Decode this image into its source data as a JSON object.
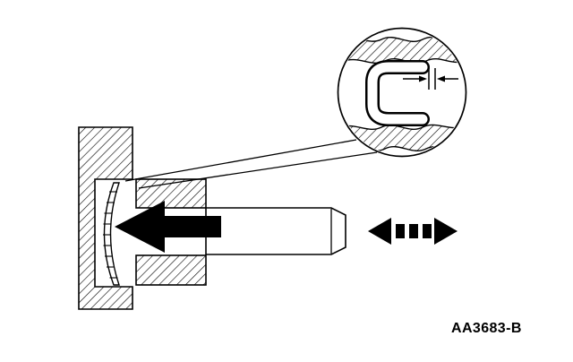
{
  "figure": {
    "code": "AA3683-B"
  },
  "colors": {
    "ink": "#000000",
    "paper": "#ffffff"
  },
  "icons": {
    "press_arrow": "solid-left-arrow",
    "axial_play_arrow": "double-headed-dashed-arrow",
    "clearance_arrows": "opposing-measure-arrows-with-gap-ticks",
    "detail_callout": "magnified-detail-circle"
  }
}
